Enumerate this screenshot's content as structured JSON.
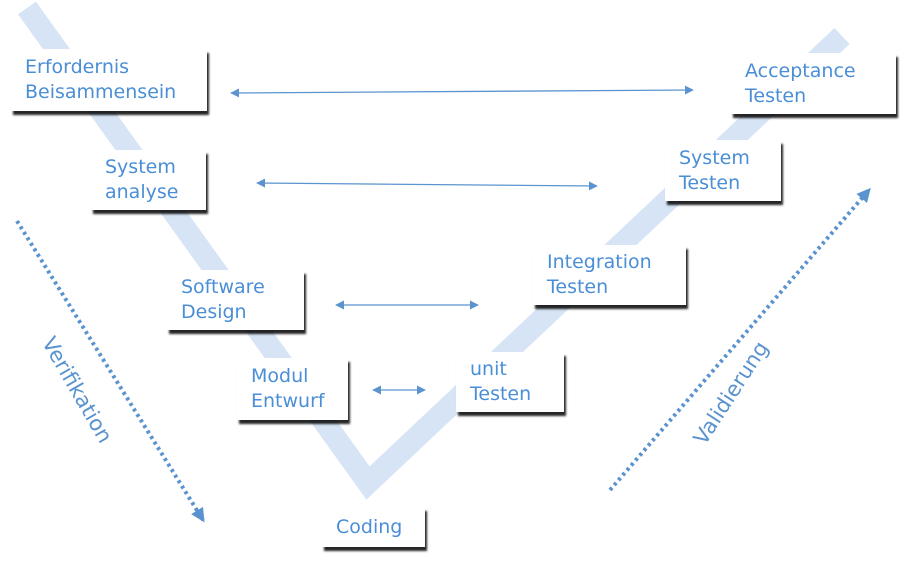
{
  "diagram": {
    "left_side": {
      "stages": [
        {
          "line1": "Erfordernis",
          "line2": "Beisammensein"
        },
        {
          "line1": "System",
          "line2": "analyse"
        },
        {
          "line1": "Software",
          "line2": "Design"
        },
        {
          "line1": "Modul",
          "line2": "Entwurf"
        }
      ]
    },
    "bottom": {
      "label": "Coding"
    },
    "right_side": {
      "stages": [
        {
          "line1": "Acceptance",
          "line2": "Testen"
        },
        {
          "line1": "System",
          "line2": "Testen"
        },
        {
          "line1": "Integration",
          "line2": "Testen"
        },
        {
          "line1": "unit",
          "line2": "Testen"
        }
      ]
    },
    "verification_label": "Verifikation",
    "validation_label": "Validierung",
    "colors": {
      "text": "#4a8ed6",
      "arrow": "#5b93cf",
      "v_band": "#d6e4f5",
      "shadow": "#000000"
    }
  }
}
